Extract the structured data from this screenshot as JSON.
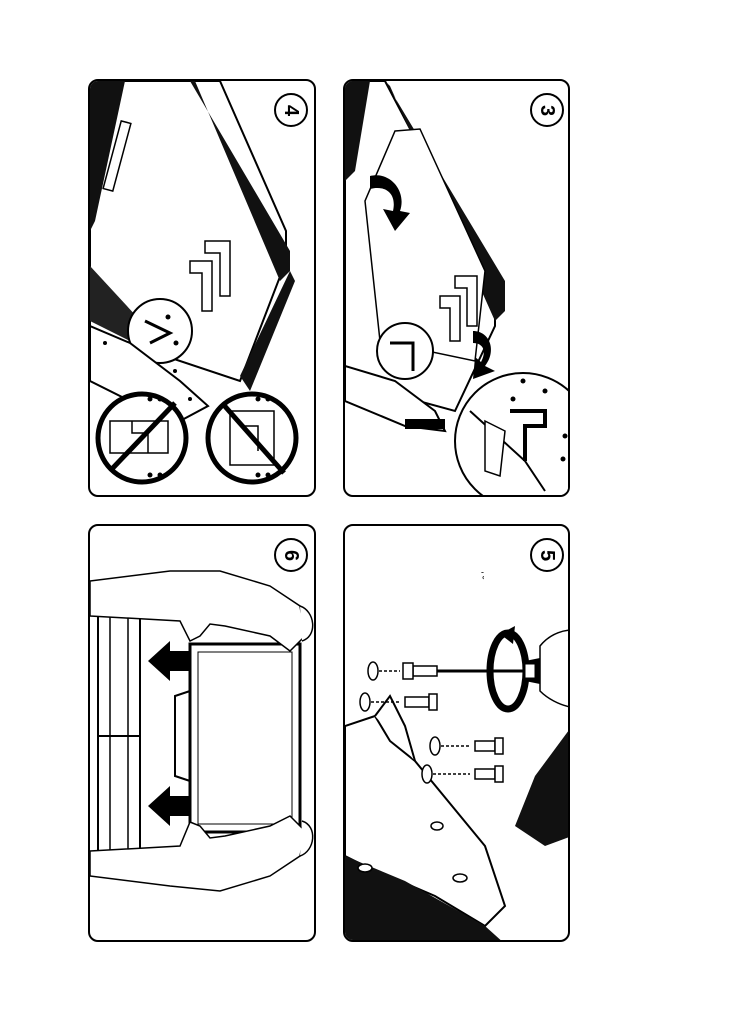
{
  "steps": [
    {
      "id": "step-4",
      "number": "4",
      "description_visible": false
    },
    {
      "id": "step-3",
      "number": "3",
      "description_visible": false
    },
    {
      "id": "step-6",
      "number": "6",
      "description_visible": false
    },
    {
      "id": "step-5",
      "number": "5",
      "description_visible": false
    }
  ],
  "marks": {
    "step5_small_mark": "' ˘"
  },
  "colors": {
    "ink": "#000000",
    "paper": "#ffffff"
  },
  "icons": [
    "rotate-arrow-icon",
    "screwdriver-icon",
    "screw-icon",
    "prohibited-sign-icon",
    "move-arrow-icon"
  ]
}
